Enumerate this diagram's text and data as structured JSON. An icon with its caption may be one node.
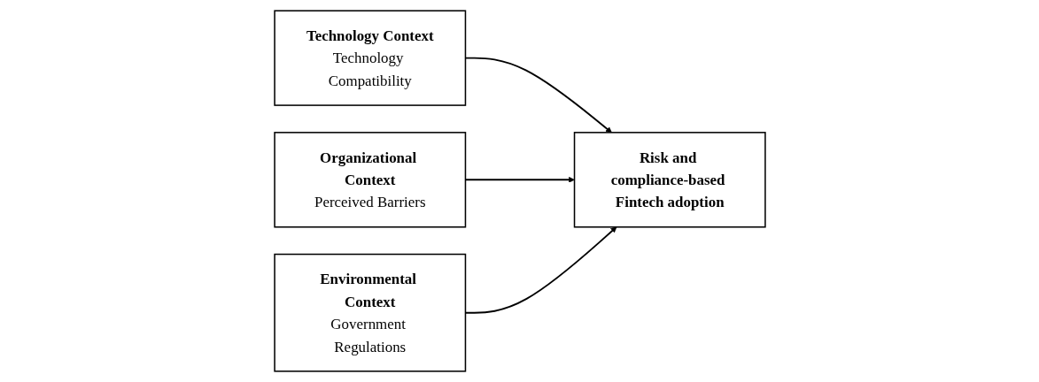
{
  "diagram": {
    "nodes": [
      {
        "text": [
          "Technology Context",
          "Technology Compatibility"
        ]
      },
      {
        "text": [
          "Organizational Context",
          "Perceived Barriers"
        ]
      },
      {
        "text": [
          "Environmental Context",
          "Government Regulations"
        ]
      },
      {
        "text": [
          "Risk and compliance-based Fintech adoption"
        ]
      }
    ],
    "edges": [
      {
        "from": 0,
        "to": 3,
        "arrow": "to"
      },
      {
        "from": 1,
        "to": 3,
        "arrow": "to"
      },
      {
        "from": 2,
        "to": 3,
        "arrow": "to"
      }
    ]
  }
}
